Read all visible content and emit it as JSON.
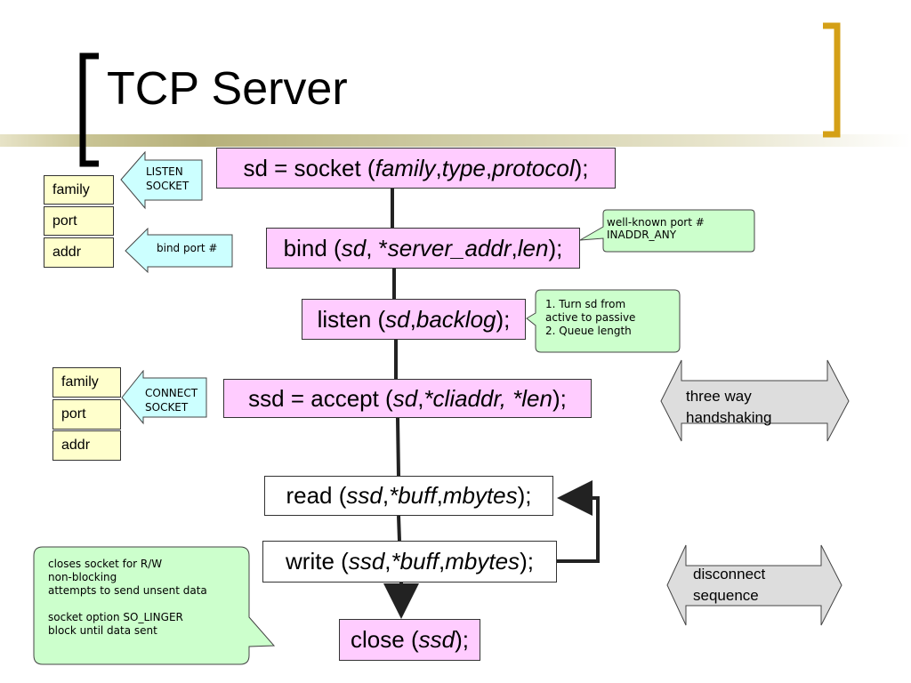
{
  "slide": {
    "title": "TCP Server"
  },
  "calls": {
    "socket": {
      "prefix": "sd = socket (",
      "a1": "family",
      "s1": ", ",
      "a2": "type",
      "s2": ", ",
      "a3": "protocol",
      "suffix": ");"
    },
    "bind": {
      "prefix": "bind (",
      "a1": "sd",
      "s1": ", *",
      "a2": "server_addr",
      "s2": ", ",
      "a3": "len",
      "suffix": ");"
    },
    "listen": {
      "prefix": "listen (",
      "a1": "sd",
      "s1": ", ",
      "a2": "backlog",
      "suffix": ");"
    },
    "accept": {
      "prefix": "ssd = accept (",
      "a1": "sd",
      "s1": ", ",
      "a2": "*cliaddr, *len",
      "suffix": ");"
    },
    "read": {
      "prefix": "read (",
      "a1": "ssd",
      "s1": ", ",
      "a2": "*buff",
      "s2": ", ",
      "a3": "mbytes",
      "suffix": ");"
    },
    "write": {
      "prefix": "write (",
      "a1": "ssd",
      "s1": ", ",
      "a2": "*buff",
      "s2": ", ",
      "a3": "mbytes",
      "suffix": ");"
    },
    "close": {
      "prefix": "close (",
      "a1": "ssd",
      "suffix": ");"
    }
  },
  "server_struct": {
    "fields": [
      "family",
      "port",
      "addr"
    ]
  },
  "client_struct": {
    "fields": [
      "family",
      "port",
      "addr"
    ]
  },
  "arrows": {
    "listen_socket": {
      "line1": "LISTEN",
      "line2": "SOCKET"
    },
    "bind_port": {
      "label": "bind port #"
    },
    "connect_socket": {
      "line1": "CONNECT",
      "line2": "SOCKET"
    }
  },
  "callouts": {
    "bind_note": {
      "line1": "well-known port #",
      "line2": "INADDR_ANY"
    },
    "listen_note": {
      "line1": "1. Turn sd from",
      "line2": "active to passive",
      "line3": "2. Queue length"
    },
    "close_note": {
      "line1": "closes socket for R/W",
      "line2": "non-blocking",
      "line3": "attempts to send unsent data",
      "line4": "socket option SO_LINGER",
      "line5": "block until data sent"
    }
  },
  "shapes": {
    "handshake": {
      "line1": "three way",
      "line2": "handshaking"
    },
    "disconnect": {
      "line1": "disconnect",
      "line2": "sequence"
    }
  },
  "colors": {
    "call_box": "#ffccff",
    "struct_field": "#ffffcc",
    "left_arrow": "#ccffff",
    "callout": "#ccffcc",
    "bracket_left": "#000000",
    "bracket_right": "#d4a017",
    "hexagon": "#dddddd"
  }
}
